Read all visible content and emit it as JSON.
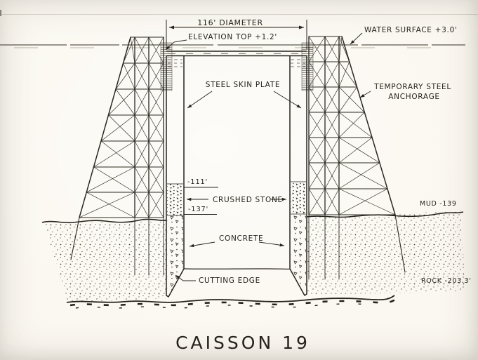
{
  "title": "CAISSON 19",
  "annotations": {
    "diameter": "116' DIAMETER",
    "elevation_top": "ELEVATION TOP +1.2'",
    "water_surface": "WATER SURFACE +3.0'",
    "steel_skin_plate": "STEEL SKIN PLATE",
    "temporary_steel_line1": "TEMPORARY STEEL",
    "temporary_steel_line2": "ANCHORAGE",
    "level_upper": "-111'",
    "crushed_stone": "CRUSHED STONE",
    "level_lower": "-137'",
    "concrete": "CONCRETE",
    "cutting_edge": "CUTTING EDGE",
    "mud": "MUD -139",
    "rock": "ROCK -203.3'"
  },
  "colors": {
    "paper": "#fbf8f1",
    "ink": "#26231c"
  }
}
